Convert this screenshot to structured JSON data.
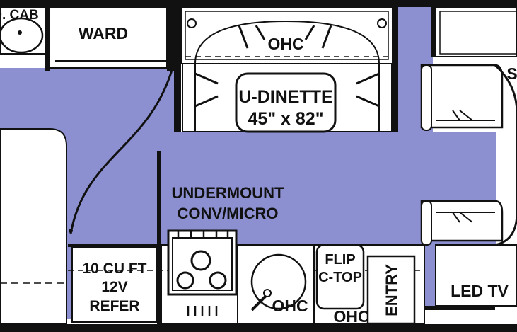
{
  "colors": {
    "floor": "#8C8FD0",
    "wall": "#111111",
    "fixture": "#ffffff"
  },
  "labels": {
    "med_cab": "D. CAB",
    "wardrobe": "WARD",
    "ohc_top": "OHC",
    "dinette_name": "U-DINETTE",
    "dinette_size": "45\" x 82\"",
    "undermount_1": "UNDERMOUNT",
    "undermount_2": "CONV/MICRO",
    "refer_1": "10 CU FT",
    "refer_2": "12V",
    "refer_3": "REFER",
    "sink_ohc": "OHC",
    "flip_1": "FLIP",
    "flip_2": "C-TOP",
    "ohc_bottom": "OHC",
    "entry": "ENTRY",
    "tv": "LED TV",
    "cab_letter": "S"
  },
  "icons": [
    "sink-icon",
    "stovetop-icon",
    "cab-seat-icon"
  ]
}
